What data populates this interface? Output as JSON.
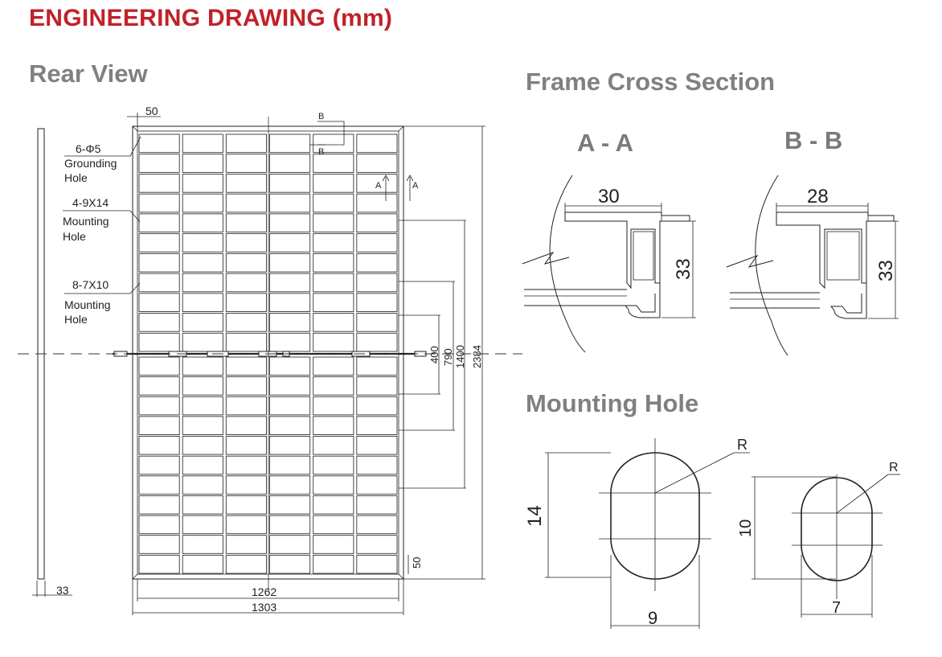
{
  "title": "ENGINEERING DRAWING (mm)",
  "sections": {
    "rear_view": "Rear View",
    "frame_cross_section": "Frame Cross Section",
    "mounting_hole": "Mounting Hole"
  },
  "cross_sections": {
    "aa": {
      "label": "A - A",
      "width": "30",
      "height": "33"
    },
    "bb": {
      "label": "B - B",
      "width": "28",
      "height": "33"
    }
  },
  "rear_view": {
    "grounding": {
      "count": "6-Φ5",
      "line1": "Grounding",
      "line2": "Hole"
    },
    "mounting_a": {
      "count": "4-9X14",
      "line1": "Mounting",
      "line2": "Hole"
    },
    "mounting_b": {
      "count": "8-7X10",
      "line1": "Mounting",
      "line2": "Hole"
    },
    "dims": {
      "top_offset": "50",
      "bottom_offset": "50",
      "thickness": "33",
      "inner_width": "1262",
      "outer_width": "1303",
      "d400": "400",
      "d790": "790",
      "d1400": "1400",
      "d2384": "2384"
    },
    "markers": {
      "a1": "A",
      "a2": "A",
      "b1": "B",
      "b2": "B"
    }
  },
  "mounting_holes": {
    "large": {
      "height": "14",
      "width": "9",
      "radius": "R"
    },
    "small": {
      "height": "10",
      "width": "7",
      "radius": "R"
    }
  }
}
